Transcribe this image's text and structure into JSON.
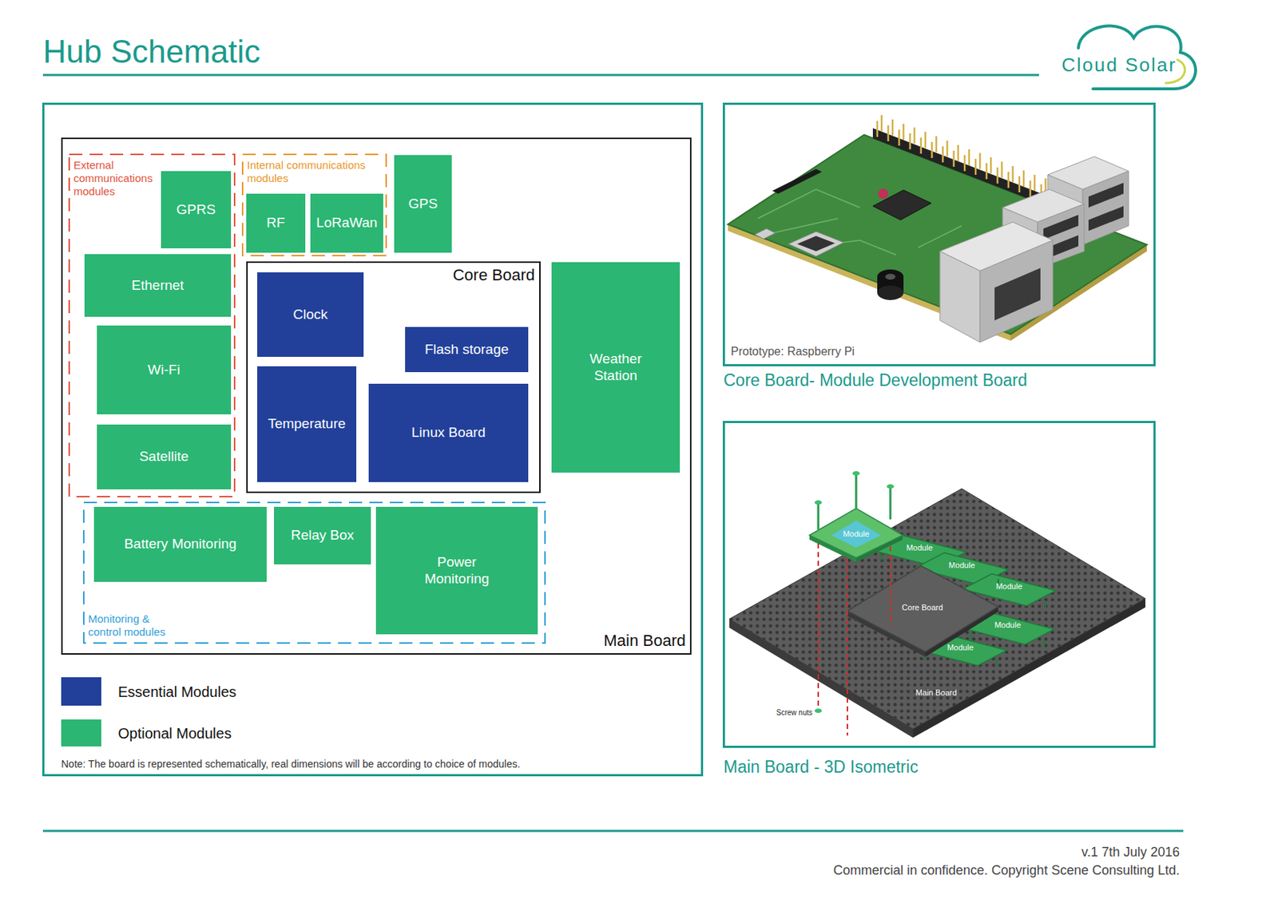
{
  "diagram": {
    "title": "Hub Schematic",
    "nodes": [
      {
        "text": [
          "Main Board"
        ]
      },
      {
        "text": [
          "External communications modules"
        ],
        "in": 0
      },
      {
        "text": [
          "GPRS"
        ],
        "in": 1
      },
      {
        "text": [
          "Ethernet"
        ],
        "in": 1
      },
      {
        "text": [
          "Wi-Fi"
        ],
        "in": 1
      },
      {
        "text": [
          "Satellite"
        ],
        "in": 1
      },
      {
        "text": [
          "Internal communications modules"
        ],
        "in": 0
      },
      {
        "text": [
          "RF"
        ],
        "in": 6
      },
      {
        "text": [
          "LoRaWan"
        ],
        "in": 6
      },
      {
        "text": [
          "GPS"
        ],
        "in": 0
      },
      {
        "text": [
          "Core Board"
        ],
        "in": 0
      },
      {
        "text": [
          "Clock"
        ],
        "in": 10
      },
      {
        "text": [
          "Flash storage"
        ],
        "in": 10
      },
      {
        "text": [
          "Temperature"
        ],
        "in": 10
      },
      {
        "text": [
          "Linux Board"
        ],
        "in": 10
      },
      {
        "text": [
          "Weather Station"
        ],
        "in": 0
      },
      {
        "text": [
          "Monitoring & control modules"
        ],
        "in": 0
      },
      {
        "text": [
          "Battery Monitoring"
        ],
        "in": 16
      },
      {
        "text": [
          "Relay Box"
        ],
        "in": 16
      },
      {
        "text": [
          "Power Monitoring"
        ],
        "in": 16
      }
    ],
    "labels": [
      "Cloud Solar",
      "Note: The board is represented schematically, real dimensions will be according to choice of modules.",
      "Prototype: Raspberry Pi",
      "Core Board- Module Development Board",
      "Module",
      "Module",
      "Module",
      "Module",
      "Module",
      "Module",
      "Core Board",
      "Main Board",
      "Screw nuts",
      "Main Board - 3D Isometric",
      "v.1 7th July 2016",
      "Commercial in confidence. Copyright Scene Consulting Ltd."
    ],
    "legend": [
      {
        "text": "Essential Modules",
        "color": "#22409a"
      },
      {
        "text": "Optional Modules",
        "color": "#2bb673"
      }
    ]
  }
}
